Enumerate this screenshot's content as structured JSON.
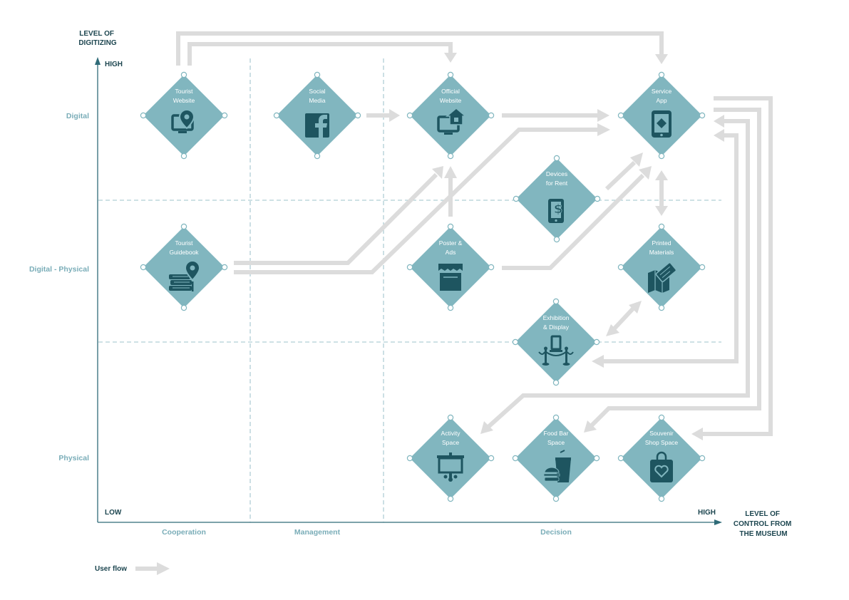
{
  "y_axis": {
    "title_lines": [
      "LEVEL OF",
      "DIGITIZING"
    ],
    "high": "HIGH",
    "low": "LOW"
  },
  "x_axis": {
    "title_lines": [
      "LEVEL OF",
      "CONTROL FROM",
      "THE MUSEUM"
    ],
    "high": "HIGH"
  },
  "rows": {
    "digital": "Digital",
    "digital_physical": "Digital - Physical",
    "physical": "Physical"
  },
  "columns": {
    "cooperation": "Cooperation",
    "management": "Management",
    "decision": "Decision"
  },
  "nodes": {
    "tourist_website": {
      "lines": [
        "Tourist",
        "Website"
      ],
      "icon": "monitor-location-icon"
    },
    "social_media": {
      "lines": [
        "Social",
        "Media"
      ],
      "icon": "facebook-icon"
    },
    "official_website": {
      "lines": [
        "Official",
        "Website"
      ],
      "icon": "monitor-home-icon"
    },
    "service_app": {
      "lines": [
        "Service",
        "App"
      ],
      "icon": "tablet-icon"
    },
    "devices_for_rent": {
      "lines": [
        "Devices",
        "for Rent"
      ],
      "icon": "phone-dollar-icon"
    },
    "tourist_guidebook": {
      "lines": [
        "Tourist",
        "Guidebook"
      ],
      "icon": "books-location-icon"
    },
    "poster_ads": {
      "lines": [
        "Poster &",
        "Ads"
      ],
      "icon": "poster-icon"
    },
    "printed_materials": {
      "lines": [
        "Printed",
        "Materials"
      ],
      "icon": "map-ticket-icon"
    },
    "exhibition_display": {
      "lines": [
        "Exhibition",
        "& Display"
      ],
      "icon": "stanchion-display-icon"
    },
    "activity_space": {
      "lines": [
        "Activity",
        "Space"
      ],
      "icon": "presentation-board-icon"
    },
    "food_bar_space": {
      "lines": [
        "Food Bar",
        "Space"
      ],
      "icon": "burger-drink-icon"
    },
    "souvenir_shop_space": {
      "lines": [
        "Souvenir",
        "Shop Space"
      ],
      "icon": "shopping-bag-heart-icon"
    }
  },
  "legend": {
    "label": "User flow"
  },
  "colors": {
    "node": "#81b6bf",
    "icon": "#1e5560",
    "flow": "#dcdcdc",
    "axis": "#2f6b78",
    "label_light": "#7aadb8"
  }
}
